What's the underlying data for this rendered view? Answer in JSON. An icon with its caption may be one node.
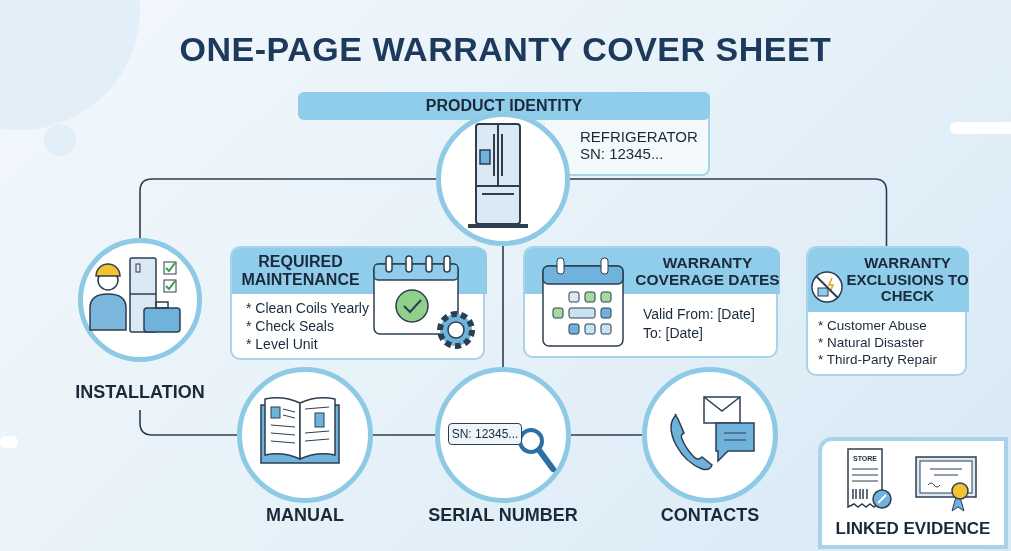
{
  "diagram": {
    "title": "ONE-PAGE WARRANTY COVER SHEET",
    "nodes": [
      {
        "text": [
          "PRODUCT IDENTITY",
          "REFRIGERATOR SN: 12345..."
        ]
      },
      {
        "text": [],
        "shape": "picture"
      },
      {
        "text": [
          "INSTALLATION"
        ]
      },
      {
        "text": [
          "REQUIRED MAINTENANCE",
          "* Clean Coils Yearly",
          "* Check Seals",
          "* Level Unit"
        ]
      },
      {
        "text": [
          "WARRANTY COVERAGE DATES",
          "Valid From: [Date]",
          "To: [Date]"
        ]
      },
      {
        "text": [
          "WARRANTY EXCLUSIONS TO CHECK",
          "* Customer Abuse",
          "* Natural Disaster",
          "* Third-Party Repair"
        ]
      },
      {
        "text": [
          "MANUAL"
        ]
      },
      {
        "text": [
          "SERIAL NUMBER"
        ]
      },
      {
        "text": [
          "CONTACTS"
        ]
      },
      {
        "text": [
          "LINKED EVIDENCE"
        ]
      }
    ],
    "edges": [
      {
        "from": 1,
        "to": 2,
        "arrow": "none"
      },
      {
        "from": 1,
        "to": 5,
        "arrow": "none"
      },
      {
        "from": 1,
        "to": 7,
        "arrow": "none"
      },
      {
        "from": 2,
        "to": 6,
        "arrow": "none"
      },
      {
        "from": 6,
        "to": 7,
        "arrow": "none"
      },
      {
        "from": 7,
        "to": 8,
        "arrow": "none"
      }
    ],
    "labels": [
      "SN: 12345...",
      "STORE"
    ]
  }
}
